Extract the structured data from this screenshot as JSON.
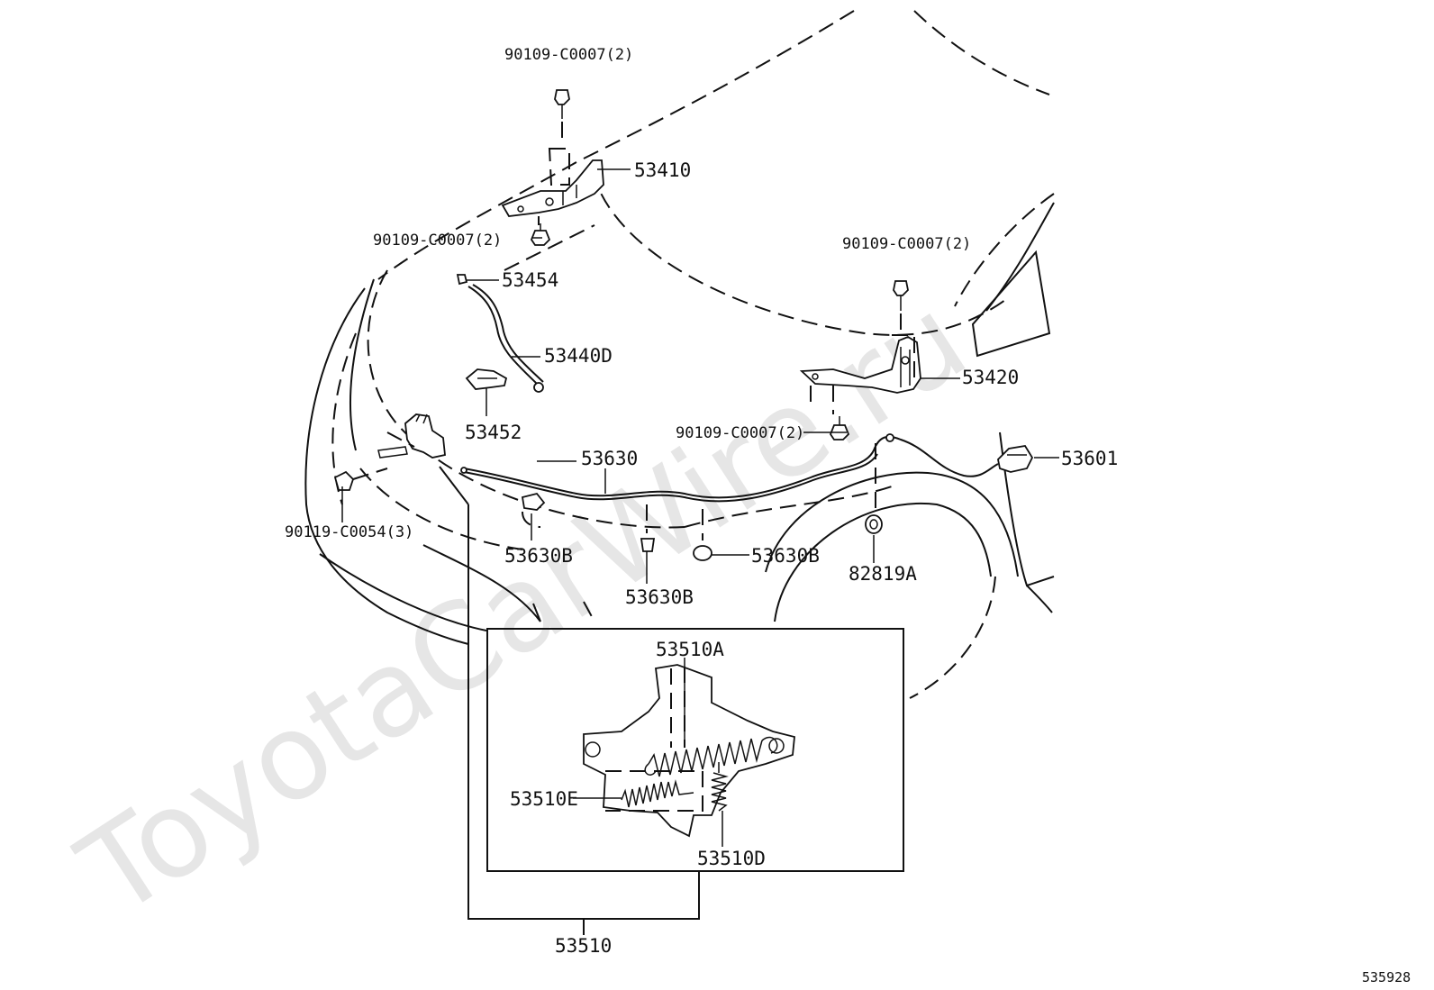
{
  "watermark": "ToyotaCarWire.ru",
  "diagram_ref": "535928",
  "labels": {
    "bolt_top": "90109-C0007(2)",
    "hinge_left": "53410",
    "bolt_left_lower": "90109-C0007(2)",
    "bolt_right_upper": "90109-C0007(2)",
    "prop_clip": "53454",
    "prop_rod": "53440D",
    "prop_holder": "53452",
    "hinge_right": "53420",
    "bolt_center": "90109-C0007(2)",
    "release_cable": "53630",
    "release_lever": "53601",
    "latch_bolt": "90119-C0054(3)",
    "clamp_a": "53630B",
    "clamp_b": "53630B",
    "clamp_c": "53630B",
    "grommet": "82819A",
    "spring_a": "53510A",
    "spring_e": "53510E",
    "spring_d": "53510D",
    "lock_assy": "53510"
  }
}
